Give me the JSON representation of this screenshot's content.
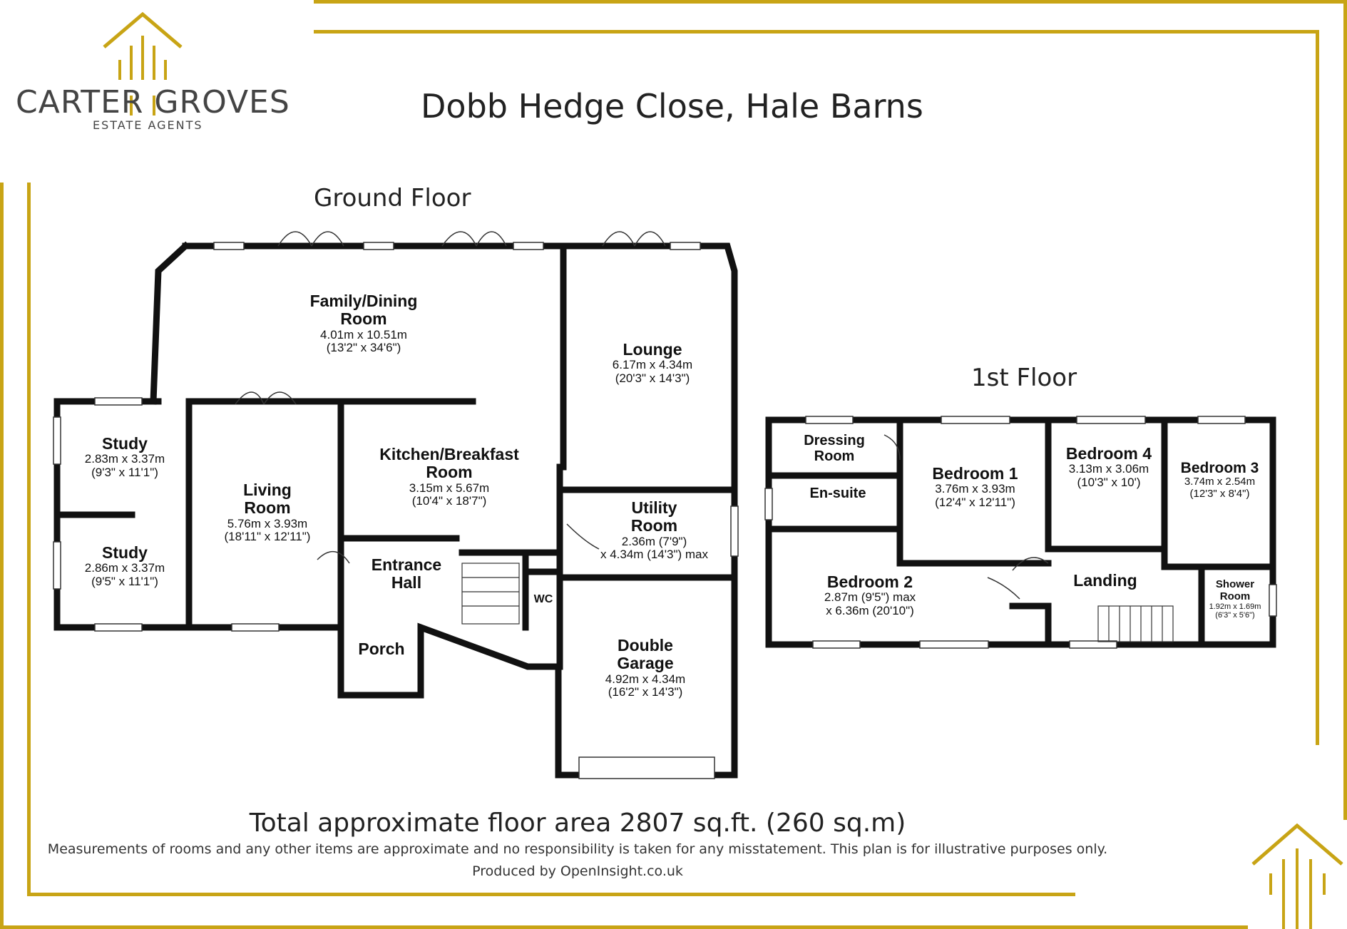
{
  "brand": {
    "name": "CARTER GROVES",
    "subtitle": "ESTATE AGENTS"
  },
  "title": "Dobb Hedge Close, Hale Barns",
  "ground_floor": {
    "label": "Ground Floor",
    "rooms": {
      "family_dining": {
        "name_line1": "Family/Dining",
        "name_line2": "Room",
        "metric": "4.01m x 10.51m",
        "imperial": "(13'2\" x 34'6\")"
      },
      "lounge": {
        "name": "Lounge",
        "metric": "6.17m x 4.34m",
        "imperial": "(20'3\" x 14'3\")"
      },
      "study1": {
        "name": "Study",
        "metric": "2.83m x 3.37m",
        "imperial": "(9'3\" x 11'1\")"
      },
      "study2": {
        "name": "Study",
        "metric": "2.86m x 3.37m",
        "imperial": "(9'5\" x 11'1\")"
      },
      "living": {
        "name_line1": "Living",
        "name_line2": "Room",
        "metric": "5.76m x 3.93m",
        "imperial": "(18'11\" x 12'11\")"
      },
      "kitchen": {
        "name_line1": "Kitchen/Breakfast",
        "name_line2": "Room",
        "metric": "3.15m x 5.67m",
        "imperial": "(10'4\" x 18'7\")"
      },
      "utility": {
        "name_line1": "Utility",
        "name_line2": "Room",
        "metric": "2.36m (7'9\")",
        "imperial": "x 4.34m (14'3\") max"
      },
      "entrance": {
        "name_line1": "Entrance",
        "name_line2": "Hall"
      },
      "wc": {
        "name": "WC"
      },
      "porch": {
        "name": "Porch"
      },
      "garage": {
        "name_line1": "Double",
        "name_line2": "Garage",
        "metric": "4.92m x 4.34m",
        "imperial": "(16'2\" x 14'3\")"
      }
    }
  },
  "first_floor": {
    "label": "1st Floor",
    "rooms": {
      "dressing": {
        "name_line1": "Dressing",
        "name_line2": "Room"
      },
      "ensuite": {
        "name": "En-suite"
      },
      "bedroom1": {
        "name": "Bedroom 1",
        "metric": "3.76m x 3.93m",
        "imperial": "(12'4\" x 12'11\")"
      },
      "bedroom4": {
        "name": "Bedroom 4",
        "metric": "3.13m x 3.06m",
        "imperial": "(10'3\" x 10')"
      },
      "bedroom3": {
        "name": "Bedroom 3",
        "metric": "3.74m x 2.54m",
        "imperial": "(12'3\" x 8'4\")"
      },
      "bedroom2": {
        "name": "Bedroom 2",
        "metric": "2.87m (9'5\") max",
        "imperial": "x 6.36m (20'10\")"
      },
      "landing": {
        "name": "Landing"
      },
      "shower": {
        "name_line1": "Shower",
        "name_line2": "Room",
        "metric": "1.92m x 1.69m",
        "imperial": "(6'3\" x 5'6\")"
      }
    }
  },
  "footer": {
    "total": "Total approximate floor area 2807 sq.ft. (260 sq.m)",
    "disclaimer": "Measurements of rooms and any other items are approximate and no responsibility is taken for any misstatement. This plan is for illustrative purposes only.",
    "produced": "Produced by OpenInsight.co.uk"
  },
  "colors": {
    "gold": "#c8a415",
    "wall": "#111111",
    "text": "#222222"
  },
  "icons": [
    "house-roof-logo-icon",
    "house-roof-corner-icon"
  ]
}
